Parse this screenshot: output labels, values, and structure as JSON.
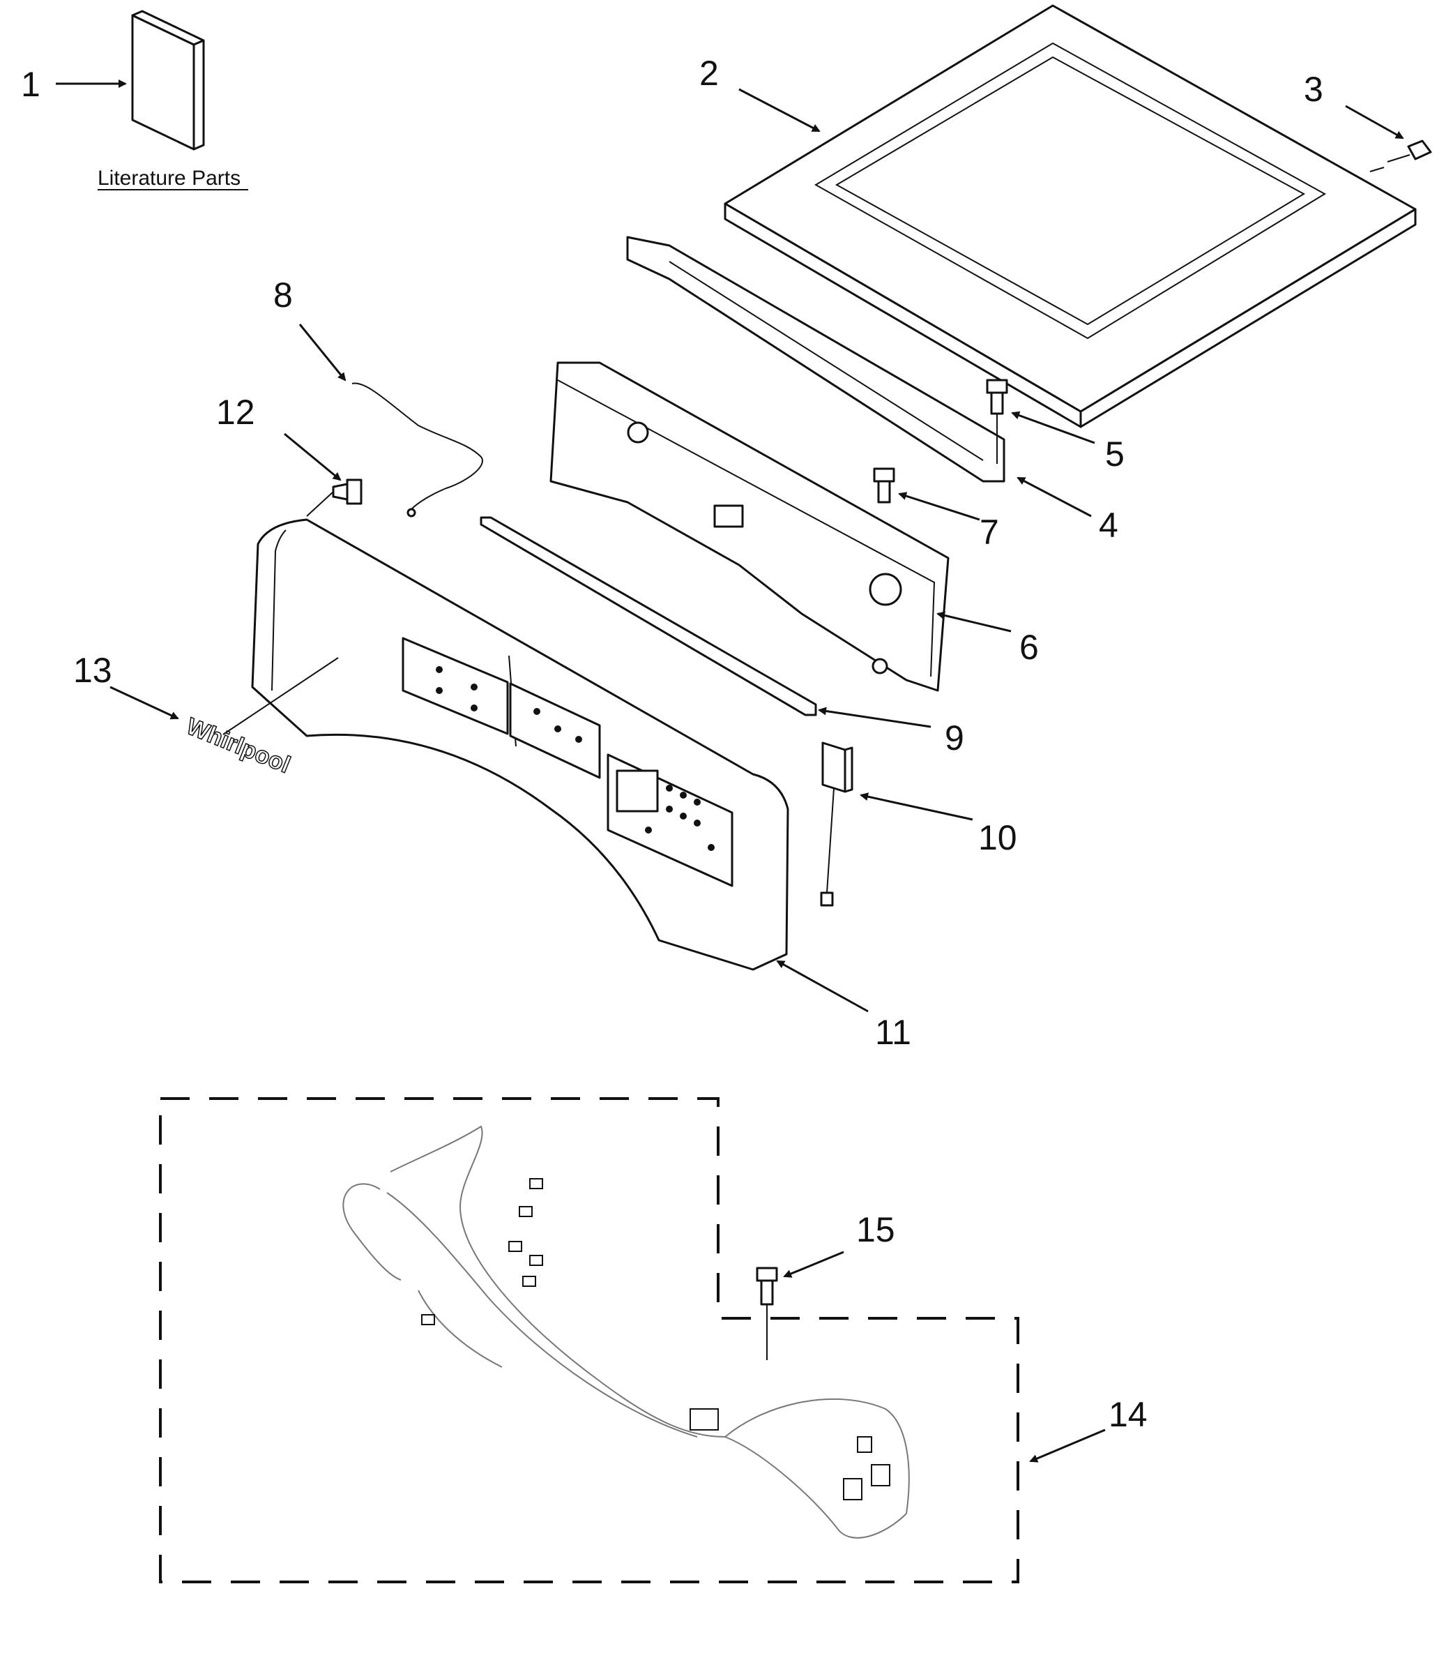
{
  "literature": {
    "label": "Literature Parts"
  },
  "callouts": [
    "1",
    "2",
    "3",
    "4",
    "5",
    "6",
    "7",
    "8",
    "9",
    "10",
    "11",
    "12",
    "13",
    "14",
    "15"
  ],
  "brand": {
    "logo_text": "Whirlpool"
  }
}
